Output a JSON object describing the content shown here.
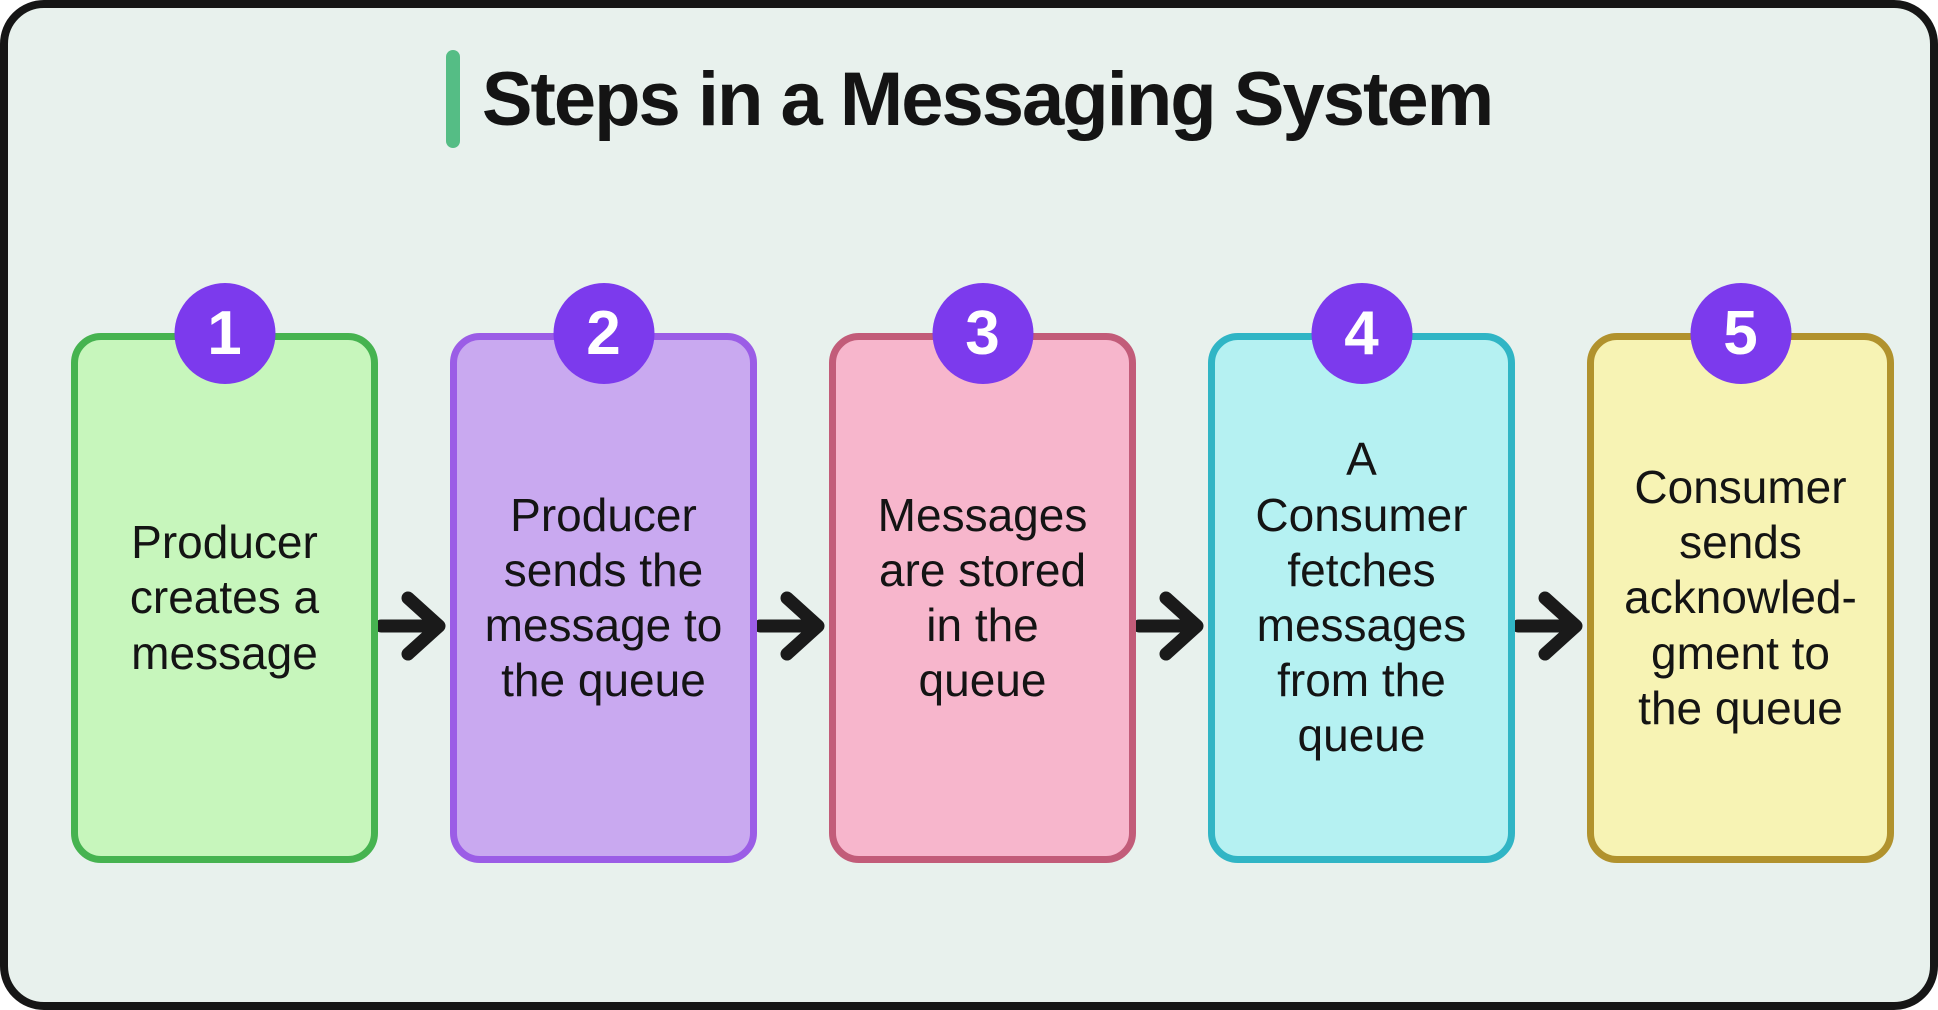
{
  "page": {
    "title": "Steps in a Messaging System",
    "background_color": "#e8f1ed",
    "frame_border_color": "#161616",
    "accent_bar_color": "#55bd85",
    "text_color": "#141414"
  },
  "badge": {
    "color": "#7c3aed",
    "text_color": "#ffffff"
  },
  "arrow": {
    "icon": "arrow-right",
    "color": "#1a1a1a"
  },
  "steps": [
    {
      "number": "1",
      "text": "Producer\ncreates a\nmessage",
      "fill": "#c7f6bc",
      "border": "#46b350"
    },
    {
      "number": "2",
      "text": "Producer\nsends the\nmessage to\nthe queue",
      "fill": "#c9a9f0",
      "border": "#9b5de6"
    },
    {
      "number": "3",
      "text": "Messages\nare stored\nin the\nqueue",
      "fill": "#f7b6cc",
      "border": "#c25c79"
    },
    {
      "number": "4",
      "text": "A\nConsumer\nfetches\nmessages\nfrom the\nqueue",
      "fill": "#b5f1f2",
      "border": "#30b5c5"
    },
    {
      "number": "5",
      "text": "Consumer\nsends\nacknowled-\ngment to\nthe queue",
      "fill": "#f7f3b4",
      "border": "#b1922d"
    }
  ]
}
